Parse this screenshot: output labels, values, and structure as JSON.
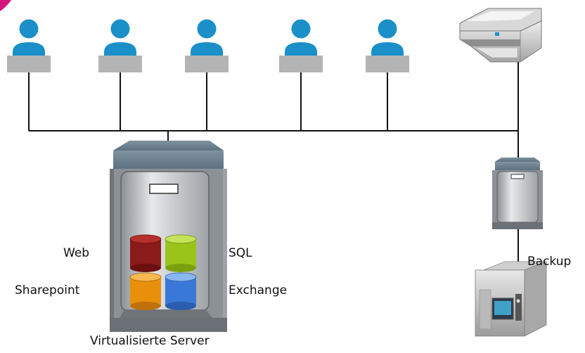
{
  "diagram": {
    "labels": {
      "web": "Web",
      "sql": "SQL",
      "sharepoint": "Sharepoint",
      "exchange": "Exchange",
      "backup": "Backup",
      "server": "Virtualisierte Server"
    },
    "nodes": {
      "users": 5,
      "printer": "printer-icon",
      "main_server": "server-tower-icon",
      "backup_server": "server-tower-icon",
      "tape_drive": "tape-drive-icon"
    },
    "databases": [
      {
        "name": "web",
        "color": "#8b1a1a"
      },
      {
        "name": "sql",
        "color": "#9ac41a"
      },
      {
        "name": "sharepoint",
        "color": "#e8900c"
      },
      {
        "name": "exchange",
        "color": "#3a78d8"
      }
    ],
    "colors": {
      "user": "#1a8fc8",
      "desk": "#b4b4b4",
      "line": "#111111",
      "accent": "#d4147a"
    }
  }
}
